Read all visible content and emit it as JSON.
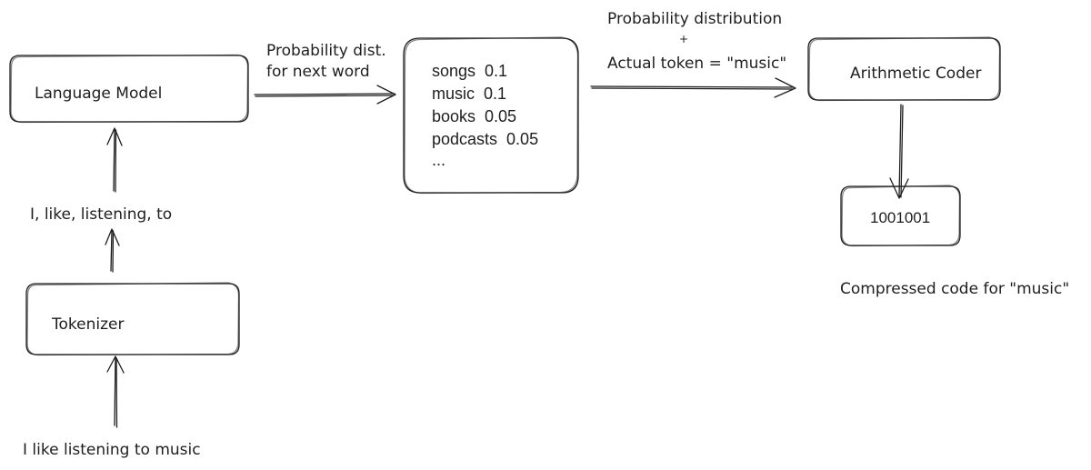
{
  "nodes": {
    "language_model": "Language Model",
    "tokenizer": "Tokenizer",
    "arithmetic_coder": "Arithmetic Coder",
    "output_code": "1001001"
  },
  "distribution": {
    "items": [
      "songs  0.1",
      "music  0.1",
      "books  0.05",
      "podcasts  0.05",
      "..."
    ]
  },
  "labels": {
    "input_text": "I like listening to music",
    "tokens": "I, like, listening, to",
    "prob_dist_line1": "Probability dist.",
    "prob_dist_line2": "for next word",
    "coder_input_line1": "Probability distribution",
    "coder_input_plus": "+",
    "coder_input_line2": "Actual token = \"music\"",
    "compressed_caption": "Compressed code for \"music\""
  }
}
